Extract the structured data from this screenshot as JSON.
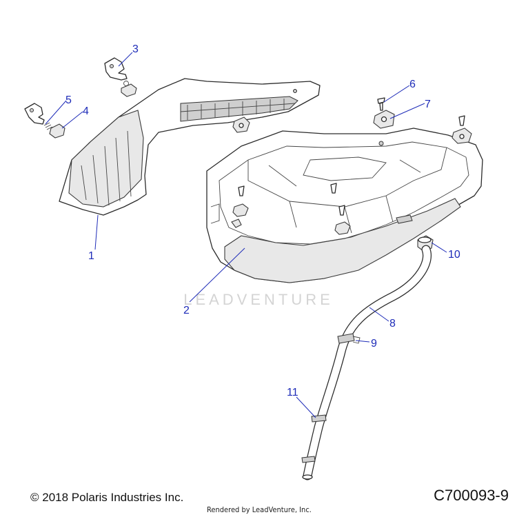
{
  "callouts": [
    {
      "id": "1",
      "label": "1"
    },
    {
      "id": "2",
      "label": "2"
    },
    {
      "id": "3",
      "label": "3"
    },
    {
      "id": "4",
      "label": "4"
    },
    {
      "id": "5",
      "label": "5"
    },
    {
      "id": "6",
      "label": "6"
    },
    {
      "id": "7",
      "label": "7"
    },
    {
      "id": "8",
      "label": "8"
    },
    {
      "id": "9",
      "label": "9"
    },
    {
      "id": "10",
      "label": "10"
    },
    {
      "id": "11",
      "label": "11"
    }
  ],
  "watermark": "LEADVENTURE",
  "footer": {
    "copyright": "© 2018 Polaris Industries Inc.",
    "rendered_by": "Rendered by LeadVenture, Inc.",
    "diagram_code": "C700093-9"
  },
  "colors": {
    "callout": "#1d2bb8",
    "line": "#2a2a2a"
  }
}
